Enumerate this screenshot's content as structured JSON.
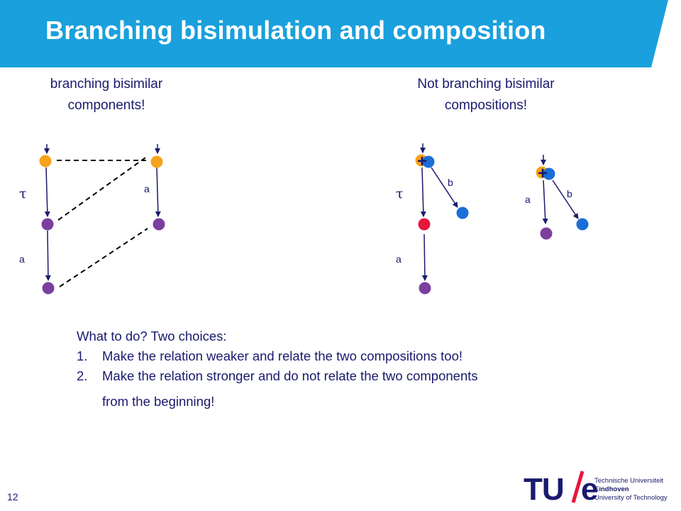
{
  "slide": {
    "title": "Branching bisimulation and composition",
    "page_number": "12"
  },
  "captions": {
    "left_line1": "branching bisimilar",
    "left_line2": "components!",
    "right_line1": "Not branching bisimilar",
    "right_line2": "compositions!"
  },
  "diagram": {
    "labels": {
      "left_tau": "τ",
      "left_a_lower": "a",
      "left_a_right": "a",
      "right_tau": "τ",
      "right_a_lower": "a",
      "right_b_first": "b",
      "right_a_second": "a",
      "right_b_second": "b"
    },
    "plus_sign": "+",
    "colors": {
      "orange": "#f7a21b",
      "purple": "#7b3f9e",
      "blue": "#1a6fd6",
      "red": "#e8163c",
      "arrow": "#1a1a6e",
      "banner": "#1aa0dc"
    }
  },
  "choices": {
    "intro": "What to do? Two choices:",
    "items": [
      {
        "num": "1.",
        "text": "Make the relation weaker and relate the two compositions too!"
      },
      {
        "num": "2.",
        "text": "Make the relation stronger and do not relate the two components"
      }
    ],
    "continuation": "from the beginning!"
  },
  "logo": {
    "mark_tu": "TU",
    "mark_e": "e",
    "line1": "Technische Universiteit",
    "line2": "Eindhoven",
    "line3": "University of Technology"
  }
}
